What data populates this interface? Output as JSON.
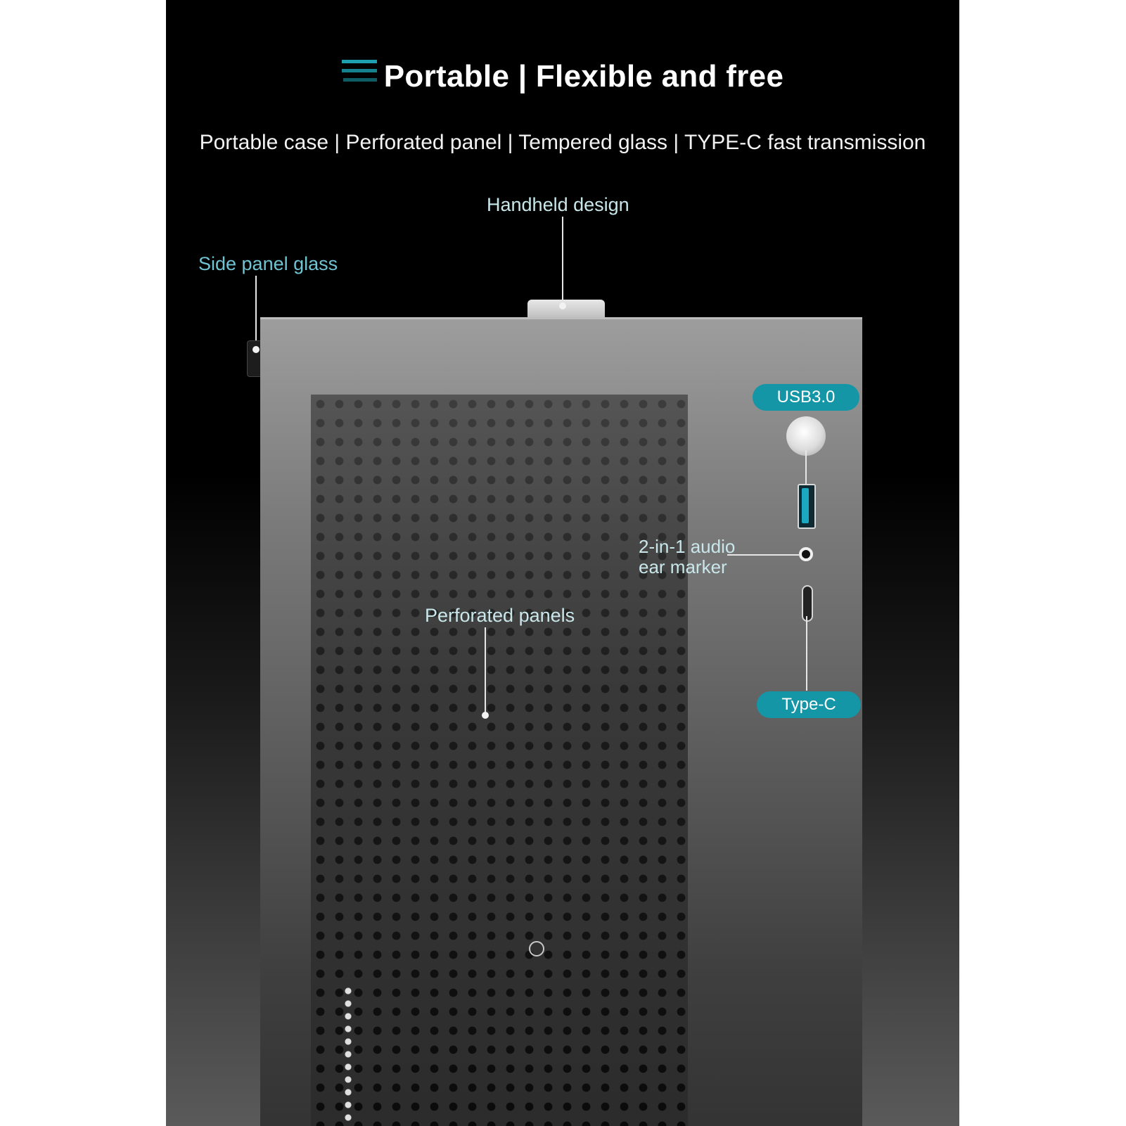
{
  "header": {
    "title": "Portable | Flexible and free",
    "subtitle": "Portable case | Perforated panel | Tempered glass | TYPE-C fast transmission"
  },
  "callouts": {
    "handheld": "Handheld design",
    "side_panel": "Side panel glass",
    "usb": "USB3.0",
    "audio_line1": "2-in-1 audio",
    "audio_line2": "ear marker",
    "perforated": "Perforated panels",
    "typec": "Type-C"
  },
  "colors": {
    "accent": "#1496a6",
    "background": "#000000",
    "case": "#7a7a7a"
  },
  "icons": [
    "menu-lines-icon"
  ]
}
